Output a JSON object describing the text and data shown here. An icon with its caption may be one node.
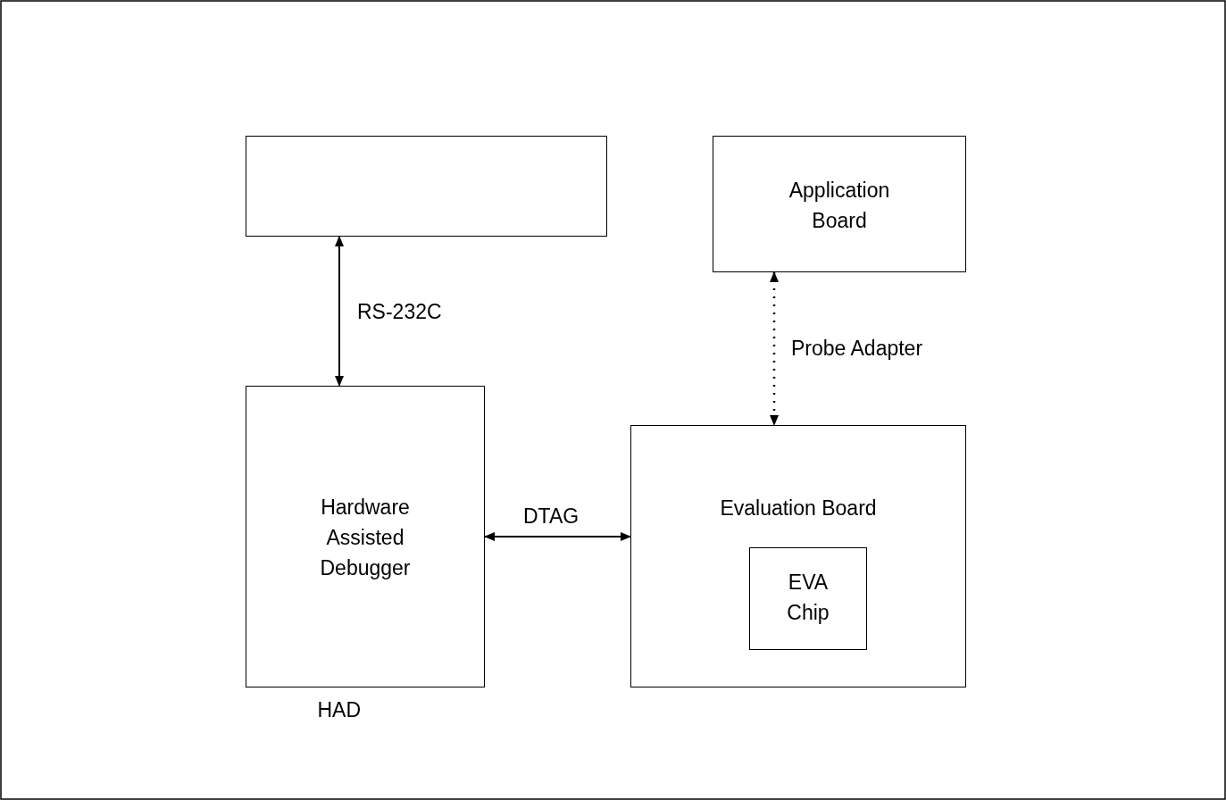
{
  "diagram": {
    "nodes": [
      {
        "text": [],
        "shape": "box"
      },
      {
        "text": [
          "Application Board"
        ]
      },
      {
        "text": [
          "Hardware Assisted Debugger"
        ],
        "beside": [
          "HAD"
        ]
      },
      {
        "text": [
          "Evaluation Board"
        ]
      },
      {
        "text": [
          "EVA Chip"
        ],
        "in": 3
      }
    ],
    "edges": [
      {
        "from": 0,
        "to": 2,
        "arrow": "both",
        "label": "RS-232C"
      },
      {
        "from": 1,
        "to": 3,
        "arrow": "both",
        "label": "Probe Adapter",
        "style": "dashed"
      },
      {
        "from": 2,
        "to": 3,
        "arrow": "both",
        "label": "DTAG"
      }
    ]
  }
}
